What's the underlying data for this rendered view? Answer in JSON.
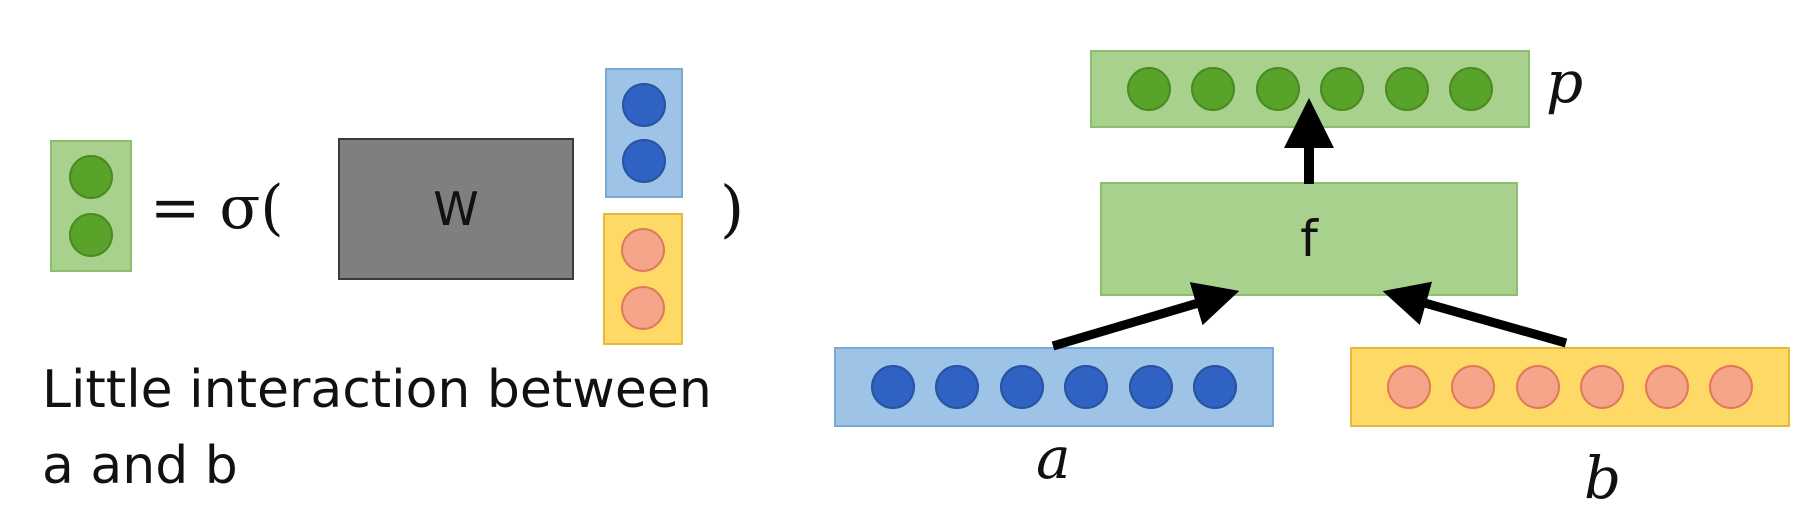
{
  "equation": {
    "equals_sigma": "= σ(",
    "close_paren": ")",
    "matrix_label": "W"
  },
  "caption": {
    "line1": "Little interaction between",
    "line2": "a and b"
  },
  "diagram": {
    "top_label": "p",
    "function_label": "f",
    "left_label": "a",
    "right_label": "b"
  },
  "colors": {
    "green": "#a9d18e",
    "blue": "#9dc3e6",
    "orange": "#ffd966",
    "matrix": "#7f7f7f"
  }
}
